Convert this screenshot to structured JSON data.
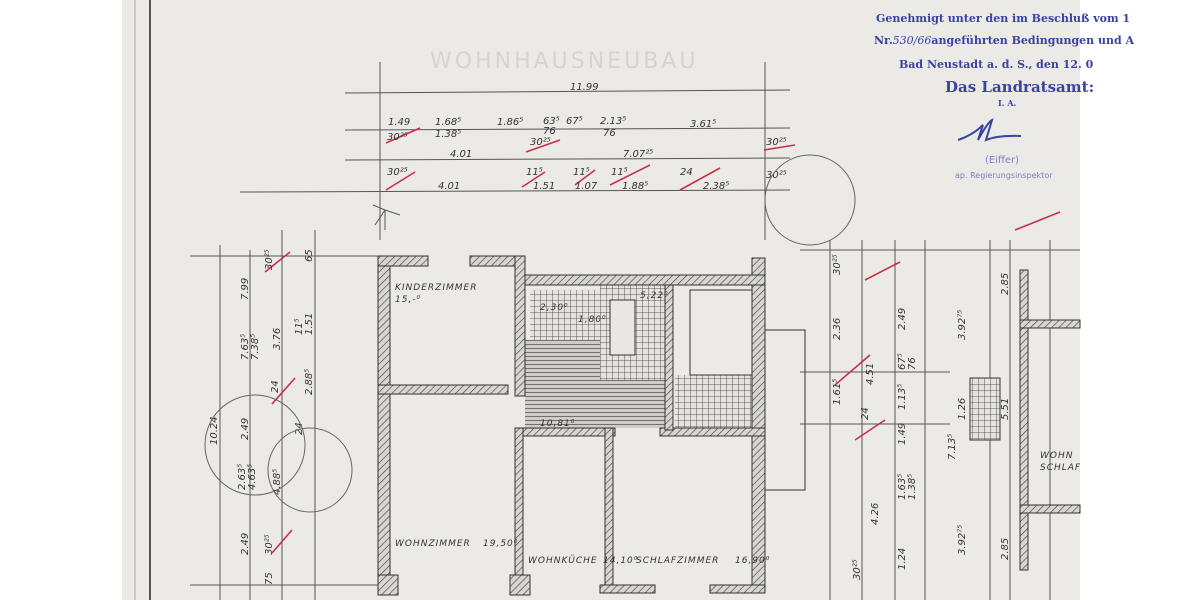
{
  "stamp": {
    "line1": "Genehmigt unter den im Beschluß vom 1",
    "line2_prefix": "Nr.",
    "line2_number": "530/66",
    "line2_suffix": "angeführten Bedingungen und A",
    "line3": "Bad Neustadt a. d. S., den 12. 0",
    "authority": "Das Landratsamt:",
    "ia": "I. A.",
    "name": "(Eiffer)",
    "title": "ap. Regierungsinspektor",
    "color": "#3a43a0"
  },
  "plan": {
    "rooms": [
      {
        "label": "KINDERZIMMER",
        "area": "15,-⁰"
      },
      {
        "label": "WOHNZIMMER",
        "area": "19,50⁰"
      },
      {
        "label": "WOHNKÜCHE",
        "area": "14,10⁰"
      },
      {
        "label": "SCHLAFZIMMER",
        "area": "16,90⁰"
      },
      {
        "label": "",
        "area": "10,81⁰"
      },
      {
        "label": "",
        "area": "2,30⁰"
      },
      {
        "label": "",
        "area": "1,80⁰"
      },
      {
        "label": "",
        "area": "5,22⁰"
      }
    ],
    "top_dimensions": {
      "overall": "11.99",
      "row1": [
        "1.49",
        "1.68⁵",
        "1.38⁵",
        "1.86⁵",
        "63⁵",
        "76",
        "67⁵",
        "2.13⁵",
        "76",
        "3.61⁵"
      ],
      "row2": [
        "30²⁵",
        "4.01",
        "30²⁵",
        "7.07²⁵",
        "30²⁵"
      ],
      "row3": [
        "30²⁵",
        "4.01",
        "11⁵",
        "1.51",
        "11⁵",
        "1.07",
        "11⁵",
        "1.88⁵",
        "24",
        "2.38⁵",
        "30²⁵"
      ]
    },
    "left_dimensions": [
      "10.24",
      "7.99",
      "7.63⁵",
      "7.38⁵",
      "3.76",
      "2.49",
      "2.63⁵",
      "4.63⁵",
      "4.88⁵",
      "2.49",
      "30²⁵",
      "30²⁵",
      "24",
      "24",
      "11⁵",
      "1.51",
      "2.88⁵",
      "65",
      "75"
    ],
    "right_dimensions": [
      "30²⁵",
      "2.36",
      "2.49",
      "1.61⁵",
      "24",
      "1.49",
      "4.51",
      "1.13⁵",
      "1.63⁵",
      "1.38⁵",
      "4.26",
      "1.24",
      "30²⁵",
      "67⁵",
      "76",
      "2.85",
      "3.92⁷⁵",
      "5.51",
      "7.13⁵",
      "1.26",
      "3.92⁷⁵",
      "2.85"
    ],
    "right_labels": [
      "WOHN",
      "SCHLAF"
    ],
    "faded_title": "WOHNHAUSNEUBAU"
  }
}
